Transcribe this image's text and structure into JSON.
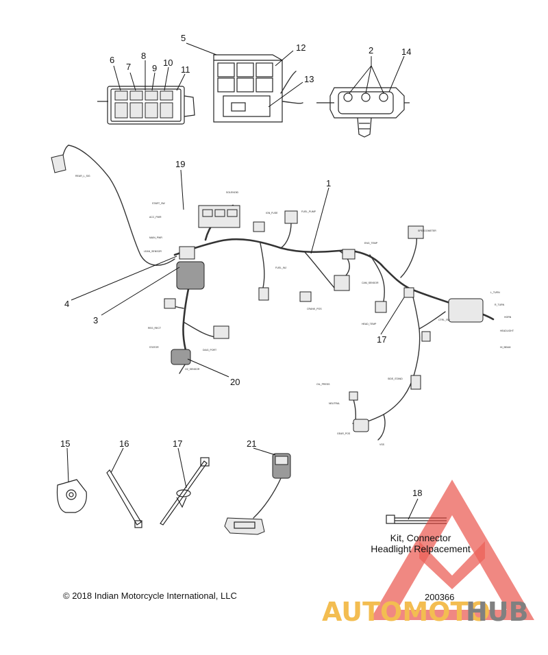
{
  "callouts": {
    "c1": "1",
    "c2": "2",
    "c3": "3",
    "c4": "4",
    "c5": "5",
    "c6": "6",
    "c7": "7",
    "c8": "8",
    "c9": "9",
    "c10": "10",
    "c11": "11",
    "c12": "12",
    "c13": "13",
    "c14": "14",
    "c15": "15",
    "c16": "16",
    "c17a": "17",
    "c17b": "17",
    "c18": "18",
    "c19": "19",
    "c20": "20",
    "c21": "21"
  },
  "kit": {
    "line1": "Kit, Connector",
    "line2": "Headlight Relpacement"
  },
  "document_number": "200366",
  "copyright": "© 2018 Indian Motorcycle International, LLC",
  "watermark": {
    "part1": "AUTOMOTO",
    "part2": "HUB",
    "color_red": "#e8453c",
    "color_yellow": "#f2b233",
    "color_gray": "#6b6b6b"
  },
  "colors": {
    "line": "#222222",
    "background": "#ffffff"
  }
}
